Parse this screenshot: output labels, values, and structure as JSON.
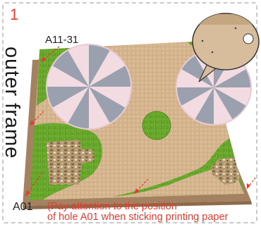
{
  "step_number": "1",
  "labels": {
    "top_part": "A11-31",
    "side_part": "outer frame",
    "corner_part": "A01"
  },
  "note": {
    "line1": "(Pay attention to the position",
    "line2": "of hole A01 when sticking printing paper"
  },
  "colors": {
    "accent_red": "#e83a2f",
    "grass": "#6fab32",
    "tile": "#d7b896",
    "board": "#a07f5c",
    "umbrella_light": "#f2d9e0",
    "umbrella_dark": "#9aa0ad"
  }
}
